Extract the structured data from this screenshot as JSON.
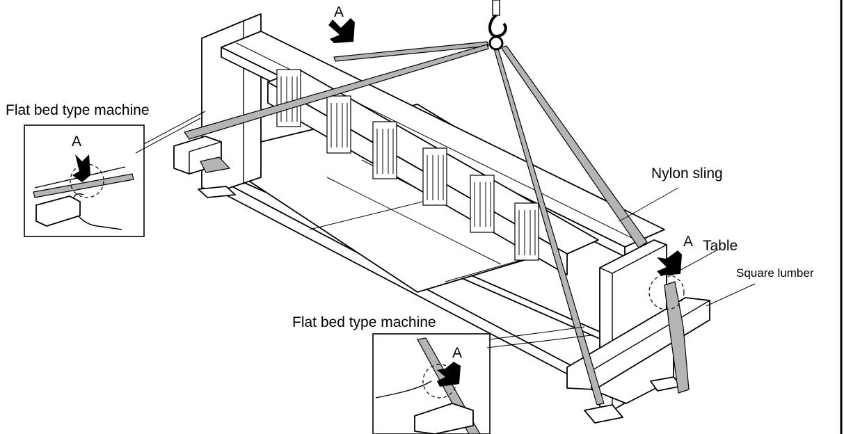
{
  "labels": {
    "flat_bed_left": "Flat bed type machine",
    "flat_bed_bottom": "Flat bed type machine",
    "nylon_sling": "Nylon sling",
    "table": "Table",
    "square_lumber": "Square lumber",
    "point_a": "A"
  },
  "colors": {
    "sling": "#b5b5b5",
    "line": "#000000",
    "background": "#ffffff"
  },
  "icons": {
    "arrow": "black-arrow-icon",
    "hook": "crane-hook-icon"
  }
}
